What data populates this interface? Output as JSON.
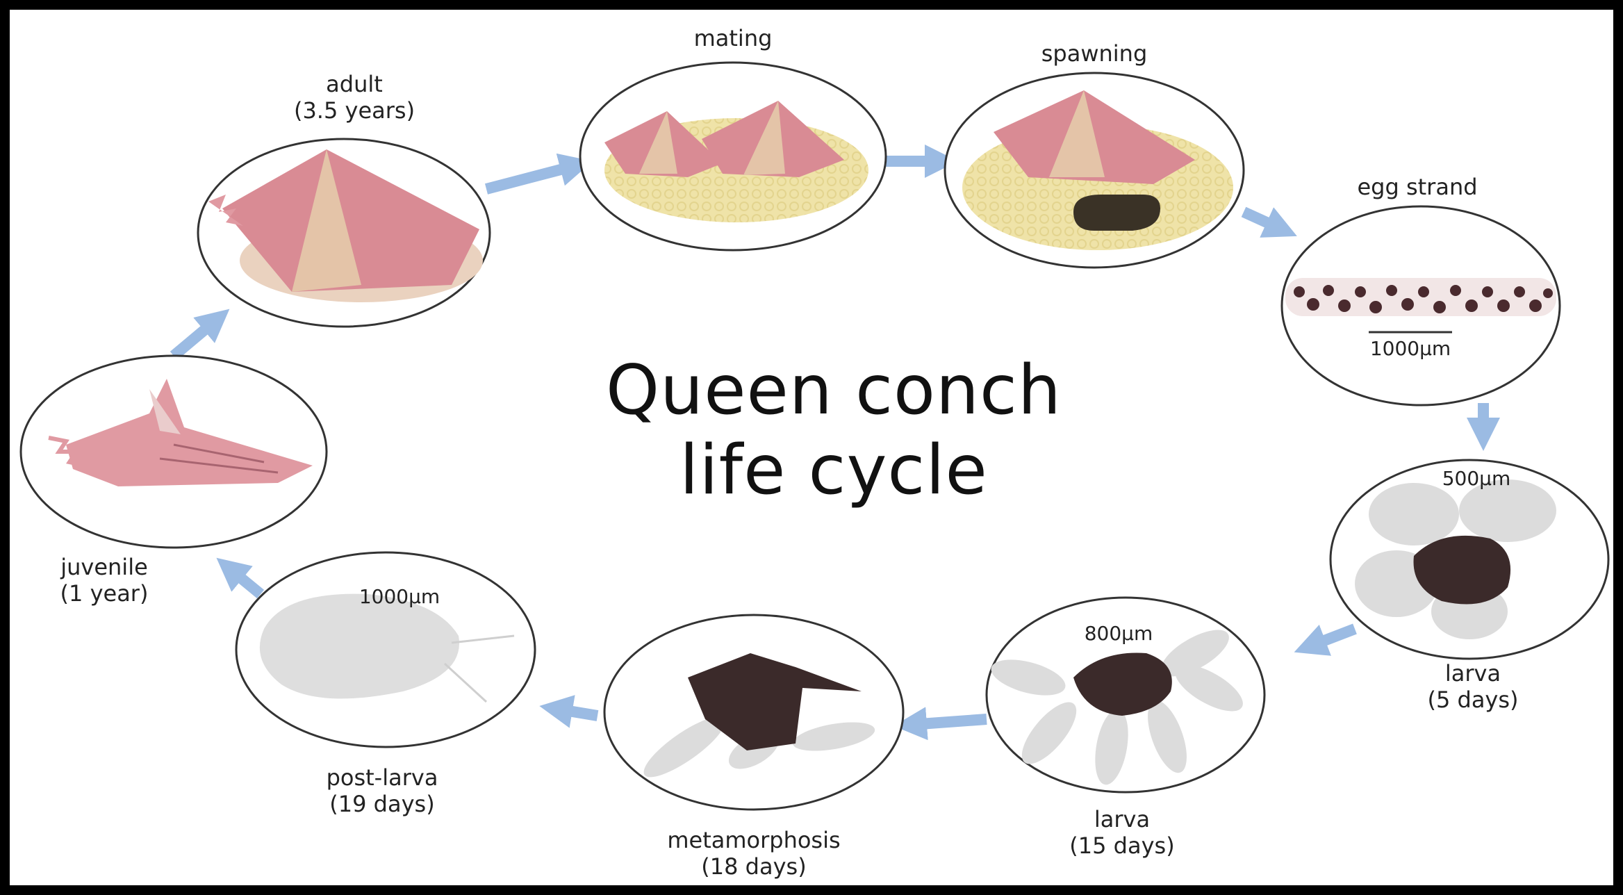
{
  "title": {
    "line1": "Queen conch",
    "line2": "life cycle"
  },
  "stages": [
    {
      "name": "adult",
      "age": "(3.5 years)"
    },
    {
      "name": "mating",
      "age": ""
    },
    {
      "name": "spawning",
      "age": ""
    },
    {
      "name": "egg strand",
      "age": "",
      "scale": "1000µm"
    },
    {
      "name": "larva",
      "age": "(5 days)",
      "scale": "500µm"
    },
    {
      "name": "larva",
      "age": "(15 days)",
      "scale": "800µm"
    },
    {
      "name": "metamorphosis",
      "age": "(18 days)"
    },
    {
      "name": "post-larva",
      "age": "(19 days)",
      "scale": "1000µm"
    },
    {
      "name": "juvenile",
      "age": "(1 year)"
    }
  ],
  "colors": {
    "arrow": "#9bbbe3",
    "shell_pink": "#d98b94",
    "shell_tan": "#e4c4a8",
    "sand": "#efe3a8",
    "larva_dark": "#3b2a2a",
    "larva_light": "#dcdcdc"
  }
}
